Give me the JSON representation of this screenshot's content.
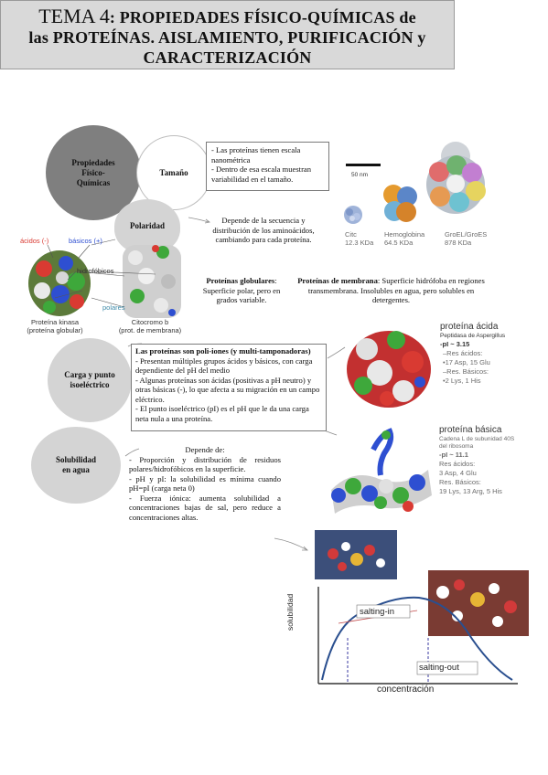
{
  "title": {
    "line1_tema": "TEMA 4",
    "line1_rest": ": PROPIEDADES FÍSICO-QUÍMICAS de",
    "line2": "las PROTEÍNAS. AISLAMIENTO, PURIFICACIÓN y",
    "line3": "CARACTERIZACIÓN"
  },
  "circles": {
    "propiedades": "Propiedades Físico-Químicas",
    "tamano": "Tamaño",
    "polaridad": "Polaridad",
    "carga": "Carga y punto isoeléctrico",
    "solubilidad": "Solubilidad en agua"
  },
  "tamano_box": {
    "line1": "- Las proteínas tienen escala nanométrica",
    "line2": "- Dentro de esa escala muestran variabilidad en el tamaño."
  },
  "scale": {
    "bar_label": "50 nm",
    "citc_name": "Citc",
    "citc_size": "12.3 KDa",
    "hemo_name": "Hemoglobina",
    "hemo_size": "64.5 KDa",
    "groel_name": "GroEL/GroES",
    "groel_size": "878 KDa"
  },
  "polaridad": {
    "text": "Depende de la secuencia y distribución de los aminoácidos, cambiando para cada proteína.",
    "globular_title": "Proteínas globulares",
    "globular_text": ": Superficie polar, pero en grados variable.",
    "membrana_title": "Proteínas de membrana",
    "membrana_text": ": Superficie hidrófoba en regiones transmembrana. Insolubles en agua, pero solubles en detergentes."
  },
  "protein_labels": {
    "acidos": "ácidos (-)",
    "basicos": "básicos (+)",
    "hidrofobicos": "hidrofóbicos",
    "polares": "polares",
    "kinasa_1": "Proteína kinasa",
    "kinasa_2": "(proteína globular)",
    "citocromo_1": "Citocromo b",
    "citocromo_2": "(prot. de membrana)"
  },
  "carga": {
    "heading": "Las proteínas son poli-iones (y multi-tamponadoras)",
    "p1": "- Presentan múltiples grupos ácidos y básicos, con carga dependiente del pH del medio",
    "p2": "- Algunas proteínas son ácidas (positivas a pH neutro) y otras básicas (-), lo que afecta a su migración en un campo eléctrico.",
    "p3": "- El punto isoeléctrico (pI) es el pH que le da una carga neta nula a una proteína."
  },
  "acida": {
    "title": "proteína ácida",
    "sub": "Peptidasa de Aspergillus",
    "pi": "-pI ~ 3.15",
    "res_acidos": "–Res ácidos:",
    "acidos_val": "•17 Asp, 15 Glu",
    "res_basicos": "–Res. Básicos:",
    "basicos_val": "•2 Lys, 1 His"
  },
  "basica": {
    "title": "proteína básica",
    "sub1": "Cadena L de subunidad 40S",
    "sub2": "del ribosoma",
    "pi": "-pI ~ 11.1",
    "res_acidos": "Res ácidos:",
    "acidos_val": "3 Asp, 4 Glu",
    "res_basicos": "Res. Básicos:",
    "basicos_val": "19 Lys, 13 Arg, 5 His"
  },
  "solubilidad": {
    "heading": "Depende de:",
    "p1": "- Proporción y distribución de residuos polares/hidrofóbicos en la superficie.",
    "p2": "- pH y pI: la solubilidad es mínima cuando pH=pI (carga neta 0)",
    "p3": "- Fuerza iónica: aumenta solubilidad a concentraciones bajas de sal, pero reduce a concentraciones altas."
  },
  "plot": {
    "ylabel": "solubilidad",
    "xlabel": "concentración",
    "salting_in": "salting-in",
    "salting_out": "salting-out"
  },
  "colors": {
    "title_bg": "#d9d9d9",
    "circle_dark": "#7f7f7f",
    "acid_red": "#e0312b",
    "basic_blue": "#2f4fd0",
    "hydro_green": "#3fa83a",
    "curve_blue": "#2a4f8f"
  }
}
